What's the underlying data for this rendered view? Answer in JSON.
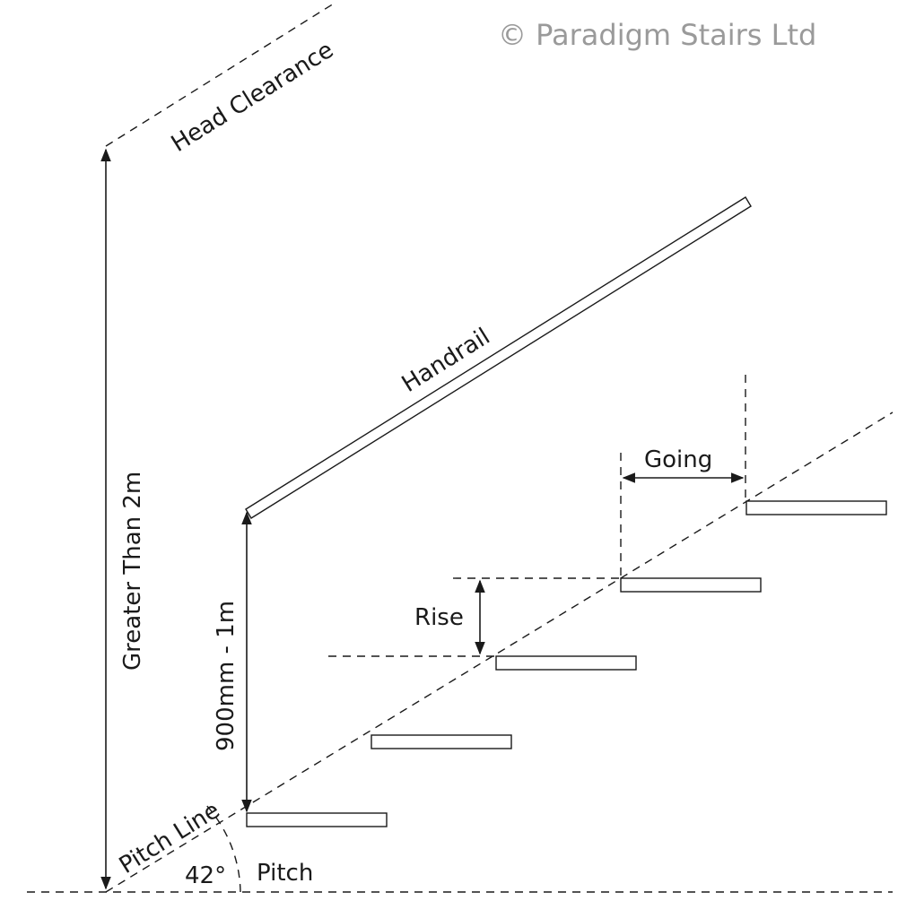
{
  "copyright": "© Paradigm Stairs Ltd",
  "labels": {
    "head_clearance": "Head Clearance",
    "greater_than_2m": "Greater Than 2m",
    "handrail": "Handrail",
    "handrail_height": "900mm - 1m",
    "going": "Going",
    "rise": "Rise",
    "pitch_line": "Pitch Line",
    "pitch": "Pitch",
    "pitch_angle": "42°"
  },
  "colors": {
    "line": "#1a1a1a",
    "copyright_text": "#9a9a9a",
    "background": "#ffffff"
  }
}
